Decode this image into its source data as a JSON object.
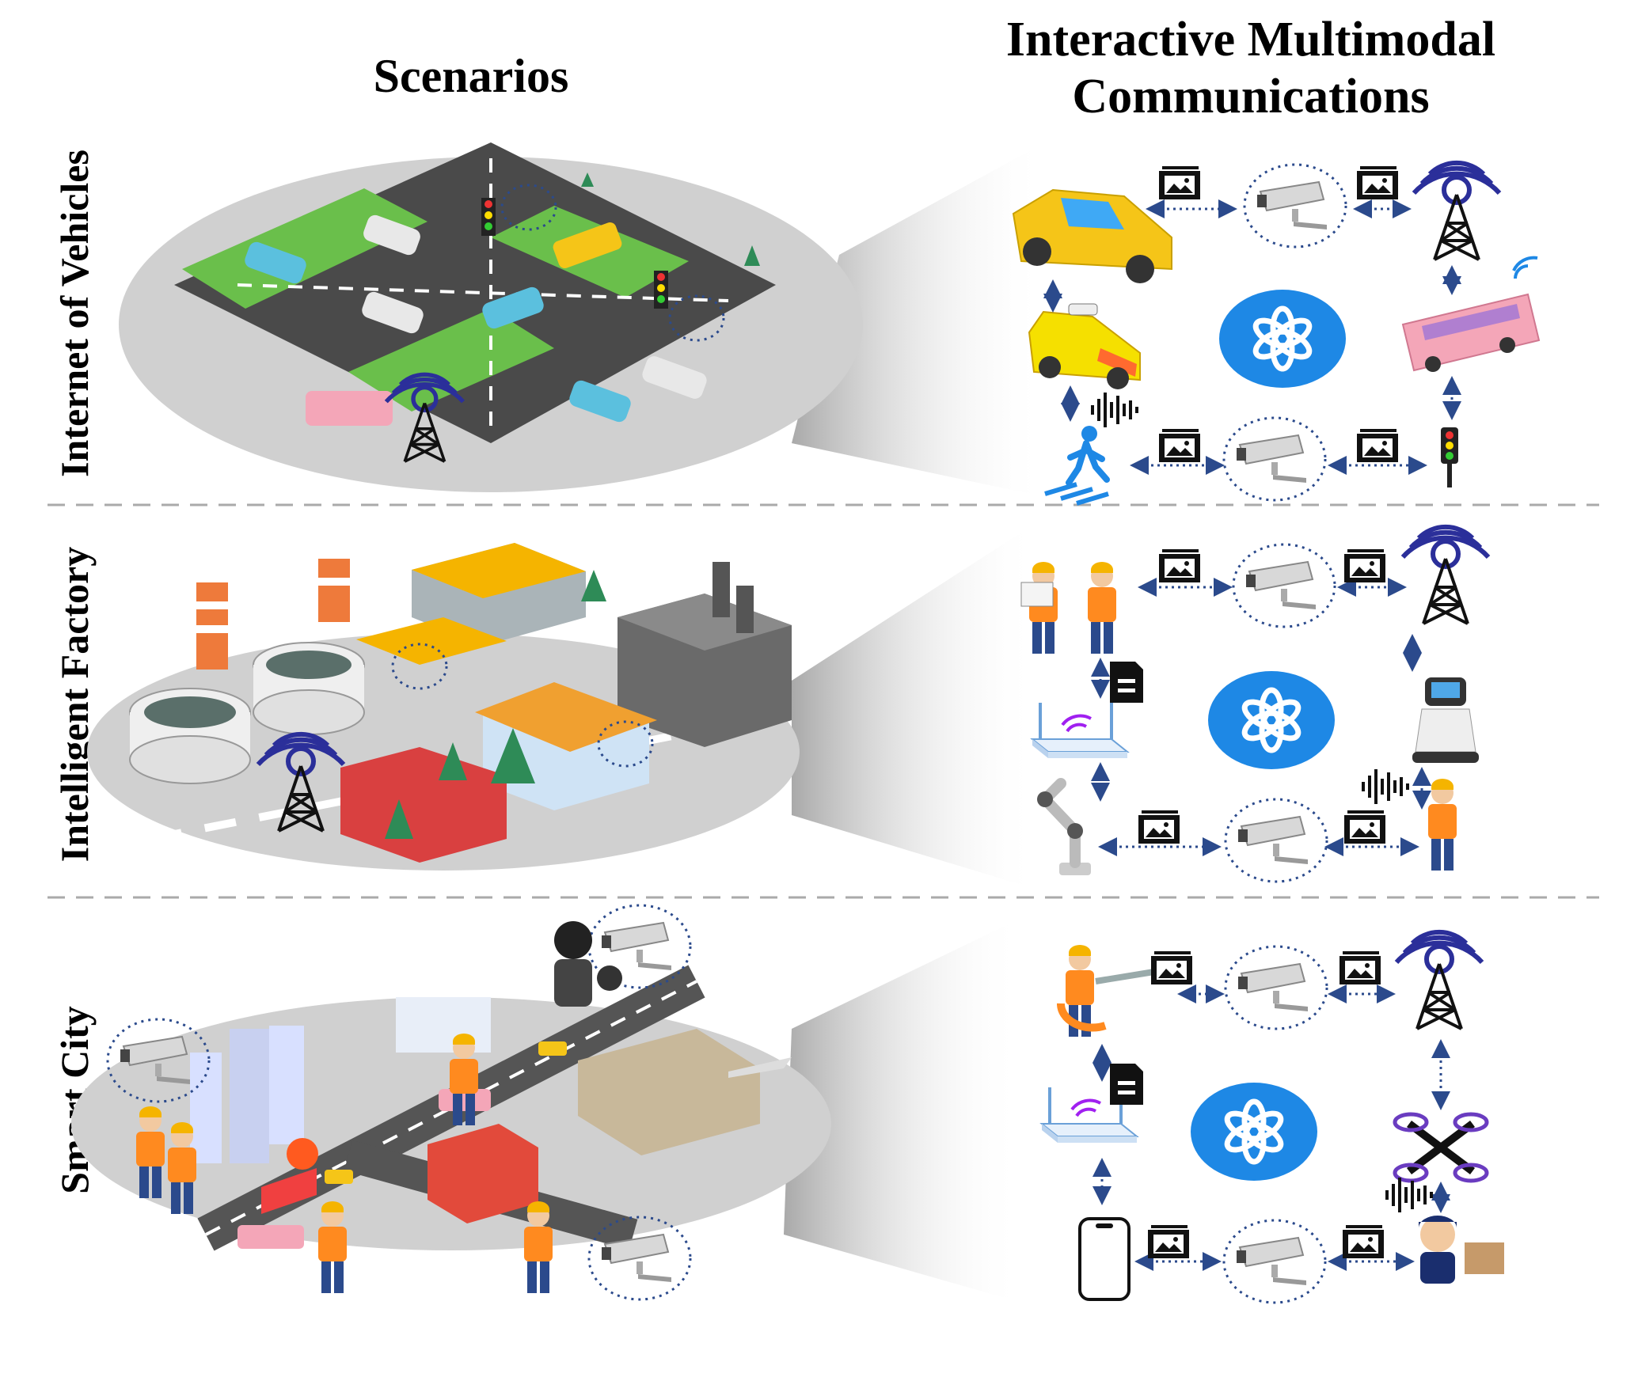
{
  "headers": {
    "scenarios": "Scenarios",
    "imc_line1": "Interactive Multimodal",
    "imc_line2": "Communications"
  },
  "rows": [
    {
      "label": "Internet of Vehicles",
      "nodes": [
        "car",
        "camera",
        "base-station",
        "bus",
        "traffic-light",
        "camera",
        "pedestrian",
        "inspection-car"
      ],
      "media": [
        "image",
        "image",
        "image",
        "image",
        "audio"
      ]
    },
    {
      "label": "Intelligent Factory",
      "nodes": [
        "engineers",
        "camera",
        "base-station",
        "service-robot",
        "worker",
        "camera",
        "robot-arm",
        "wifi-router"
      ],
      "media": [
        "image",
        "image",
        "image",
        "image",
        "document",
        "audio"
      ]
    },
    {
      "label": "Smart City",
      "nodes": [
        "firefighter",
        "camera",
        "base-station",
        "drone",
        "police-officer",
        "camera",
        "smartphone",
        "wifi-router"
      ],
      "media": [
        "image",
        "image",
        "image",
        "image",
        "document",
        "audio"
      ]
    }
  ],
  "center_icon": "chatgpt-logo-icon",
  "colors": {
    "network": "#2b4a8c",
    "ai_circle": "#1e88e5",
    "platform": "#c8c8c8",
    "road": "#4a4a4a",
    "grass": "#6abf4b",
    "divider": "#aaaaaa"
  }
}
